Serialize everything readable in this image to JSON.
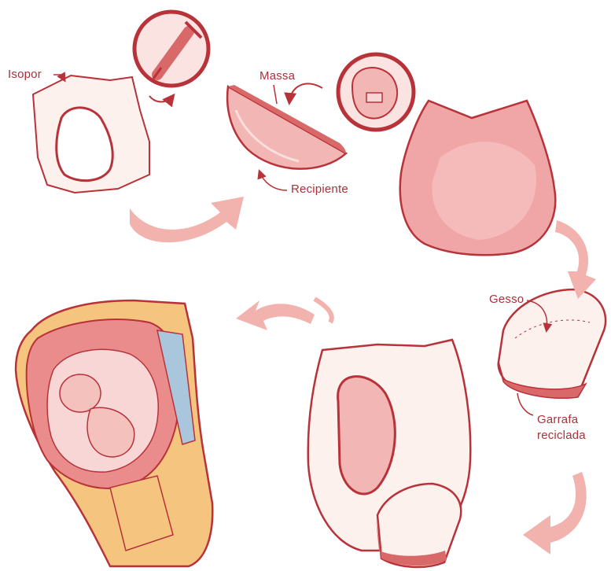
{
  "labels": {
    "isopor": "Isopor",
    "massa": "Massa",
    "recipiente": "Recipiente",
    "gesso": "Gesso",
    "garrafa_line1": "Garrafa",
    "garrafa_line2": "reciclada"
  },
  "colors": {
    "outline": "#b8323a",
    "pink_light": "#f8d6d6",
    "pink_mid": "#eea0a0",
    "pink_dark": "#d96868",
    "cream": "#fdf1ee",
    "arrow": "#f2b2ae",
    "bone": "#f5c57f",
    "blue": "#a9c6dc"
  }
}
